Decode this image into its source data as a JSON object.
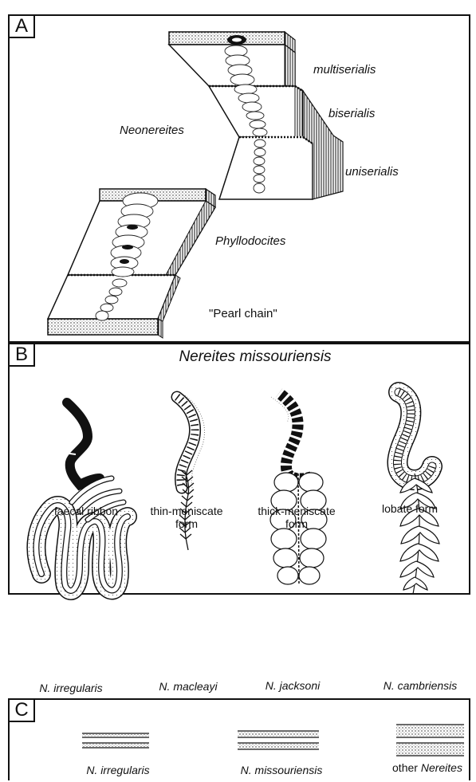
{
  "panels": {
    "a": {
      "letter": "A",
      "labels": {
        "multiserialis": "multiserialis",
        "biserialis": "biserialis",
        "neonereites": "Neonereites",
        "uniserialis": "uniserialis",
        "phyllodocites": "Phyllodocites",
        "pearl_chain": "\"Pearl chain\""
      }
    },
    "b": {
      "letter": "B",
      "title": "Nereites missouriensis",
      "forms": [
        {
          "line1": "faecal ribbon",
          "line2": ""
        },
        {
          "line1": "thin-meniscate",
          "line2": "form"
        },
        {
          "line1": "thick-meniscate",
          "line2": "form"
        },
        {
          "line1": "lobate form",
          "line2": ""
        }
      ],
      "species": [
        "N. irregularis",
        "N. macleayi",
        "N. jacksoni",
        "N. cambriensis"
      ]
    },
    "c": {
      "letter": "C",
      "items": [
        "N. irregularis",
        "N. missouriensis"
      ],
      "other_prefix": "other",
      "other_genus": "Nereites"
    }
  }
}
